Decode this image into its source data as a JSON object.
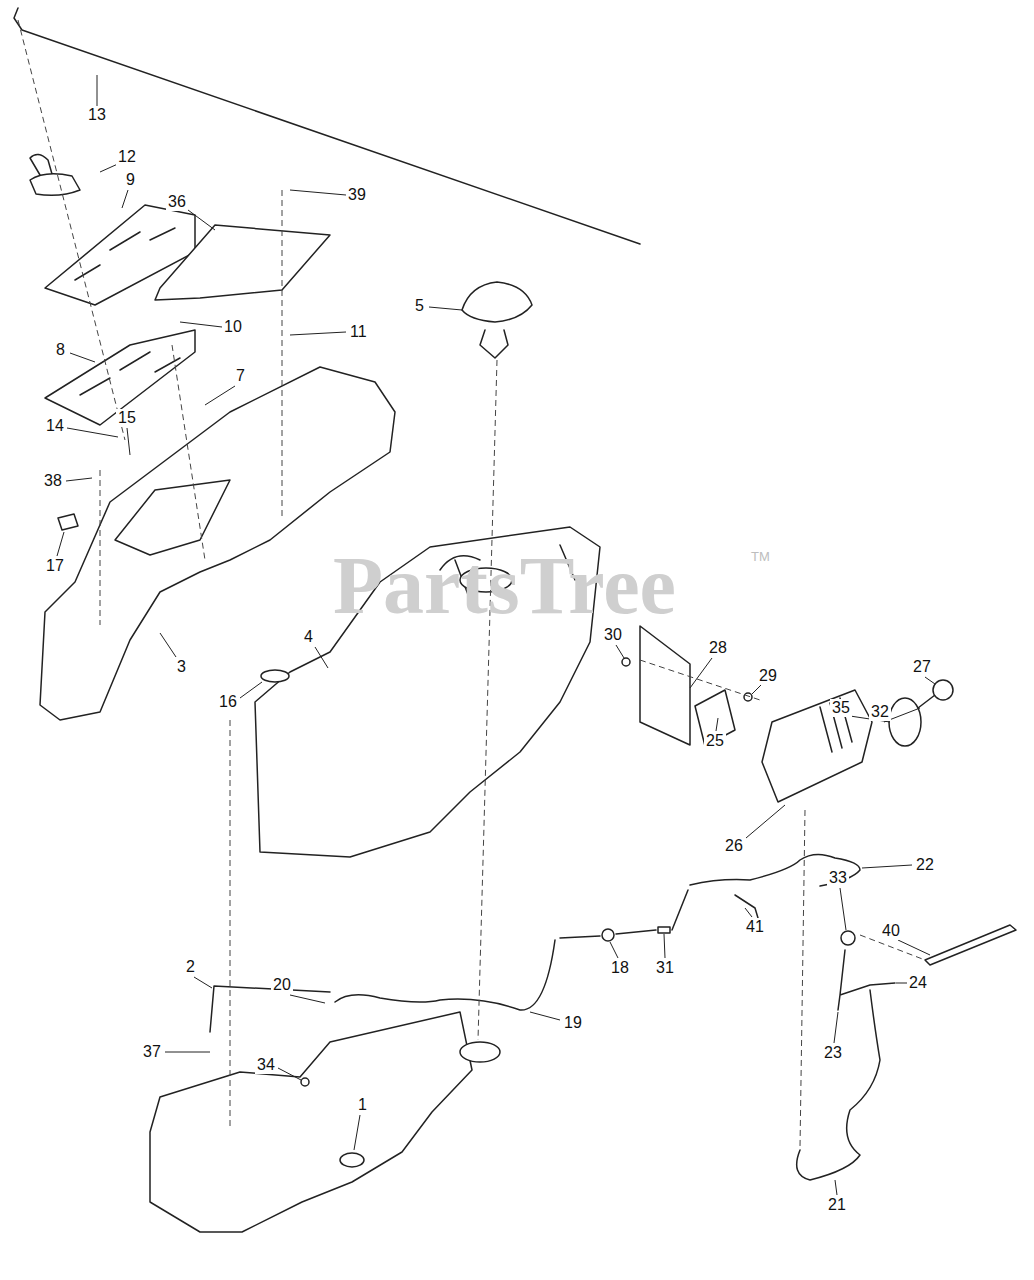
{
  "diagram": {
    "labels": [
      "13",
      "12",
      "9",
      "39",
      "36",
      "5",
      "10",
      "11",
      "8",
      "7",
      "15",
      "14",
      "38",
      "17",
      "TM",
      "PartsTree",
      "30",
      "4",
      "28",
      "3",
      "27",
      "29",
      "16",
      "35",
      "32",
      "25",
      "26",
      "22",
      "33",
      "41",
      "40",
      "2",
      "18",
      "31",
      "24",
      "20",
      "19",
      "37",
      "23",
      "34",
      "1",
      "21"
    ]
  }
}
